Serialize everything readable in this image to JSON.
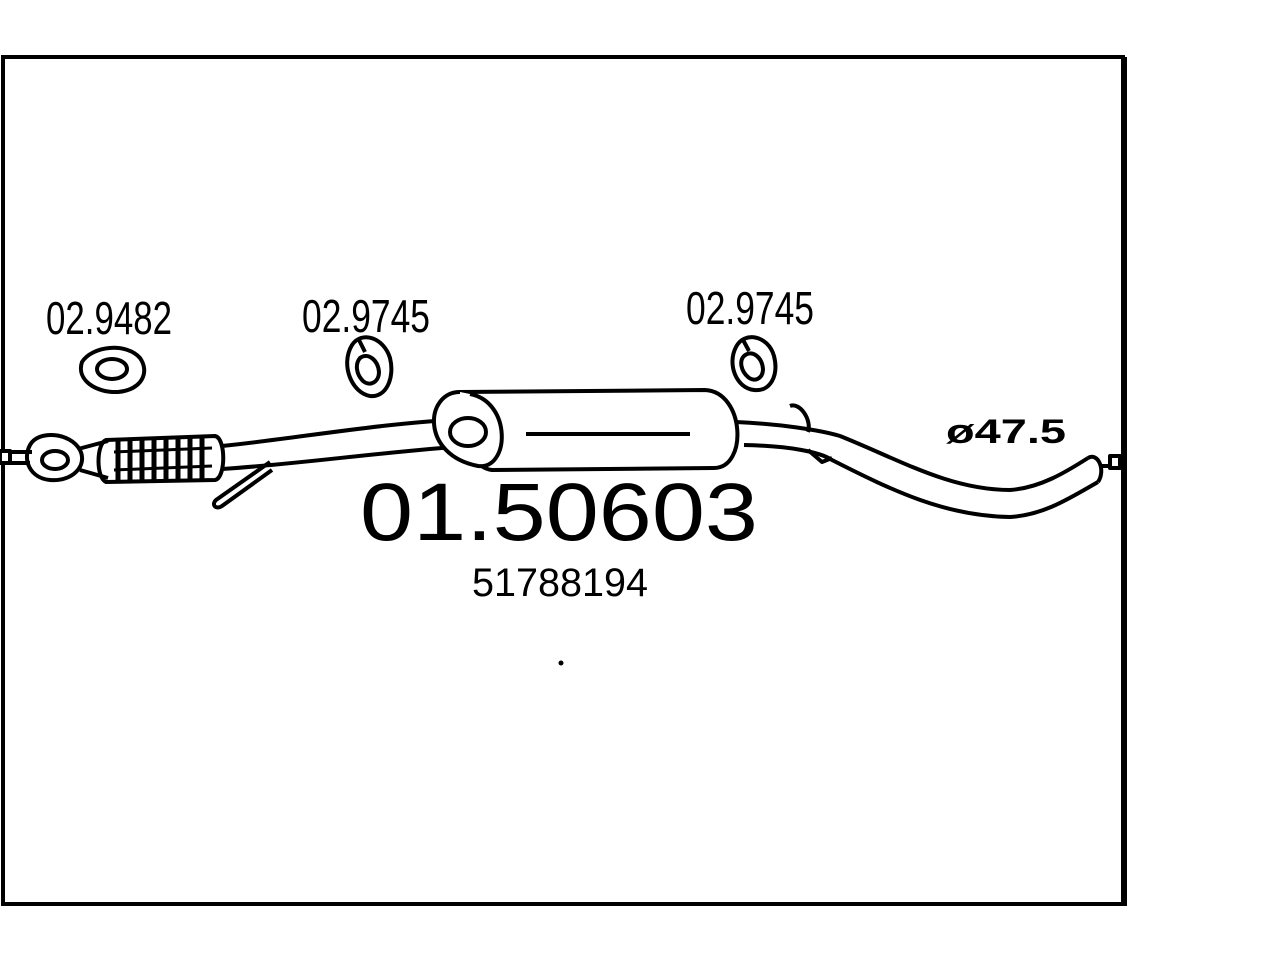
{
  "diagram": {
    "main_part_number": "01.50603",
    "oe_number": "51788194",
    "diameter_label": "ø47.5",
    "accessories": [
      {
        "part_number": "02.9482",
        "kind": "gasket"
      },
      {
        "part_number": "02.9745",
        "kind": "rubber-mount"
      },
      {
        "part_number": "02.9745",
        "kind": "rubber-mount"
      }
    ]
  }
}
